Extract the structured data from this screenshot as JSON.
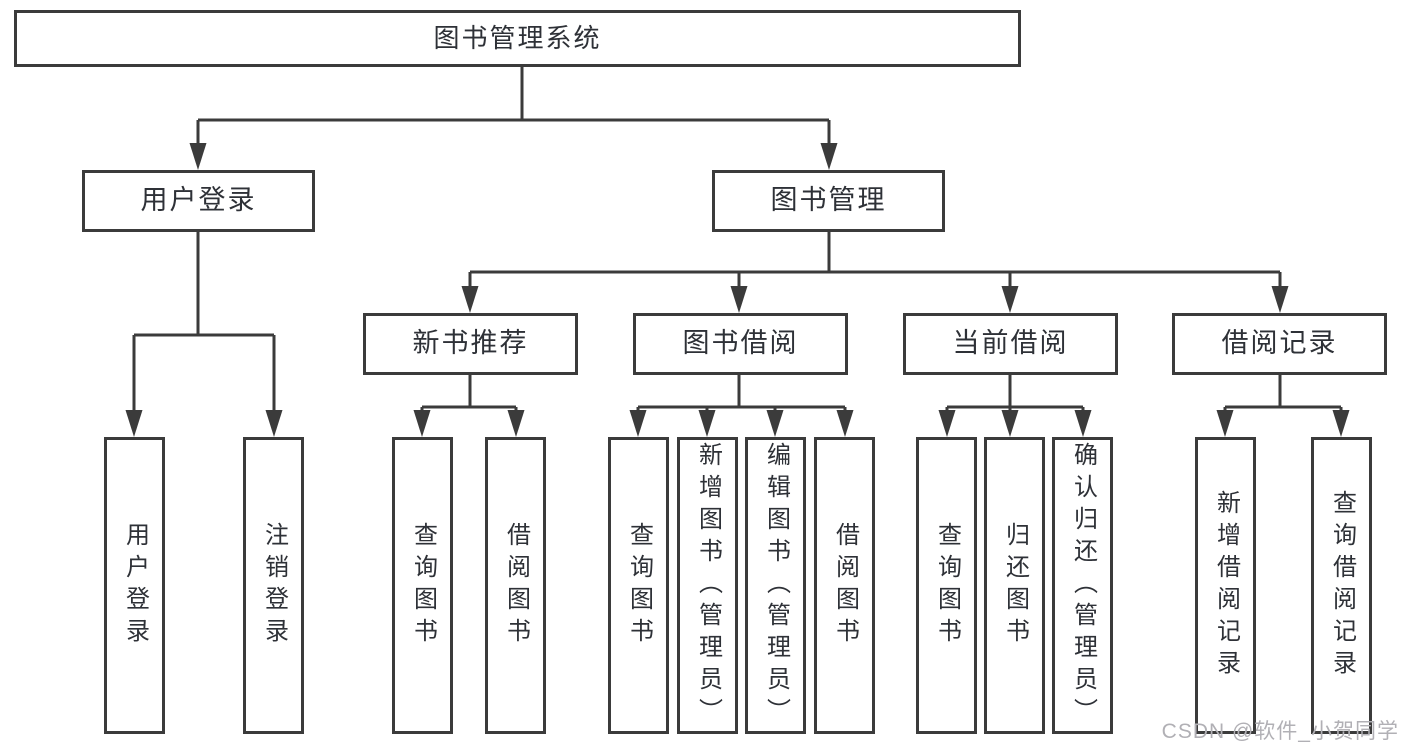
{
  "diagram": {
    "title": "图书管理系统",
    "level1": [
      {
        "label": "用户登录",
        "parent": "图书管理系统"
      },
      {
        "label": "图书管理",
        "parent": "图书管理系统"
      }
    ],
    "level2": [
      {
        "label": "新书推荐",
        "parent": "图书管理"
      },
      {
        "label": "图书借阅",
        "parent": "图书管理"
      },
      {
        "label": "当前借阅",
        "parent": "图书管理"
      },
      {
        "label": "借阅记录",
        "parent": "图书管理"
      }
    ],
    "leaves": [
      {
        "label": "用户登录",
        "parent": "用户登录"
      },
      {
        "label": "注销登录",
        "parent": "用户登录"
      },
      {
        "label": "查询图书",
        "parent": "新书推荐"
      },
      {
        "label": "借阅图书",
        "parent": "新书推荐"
      },
      {
        "label": "查询图书",
        "parent": "图书借阅"
      },
      {
        "label": "新增图书（管理员）",
        "parent": "图书借阅"
      },
      {
        "label": "编辑图书（管理员）",
        "parent": "图书借阅"
      },
      {
        "label": "借阅图书",
        "parent": "图书借阅"
      },
      {
        "label": "查询图书",
        "parent": "当前借阅"
      },
      {
        "label": "归还图书",
        "parent": "当前借阅"
      },
      {
        "label": "确认归还（管理员）",
        "parent": "当前借阅"
      },
      {
        "label": "新增借阅记录",
        "parent": "借阅记录"
      },
      {
        "label": "查询借阅记录",
        "parent": "借阅记录"
      }
    ]
  },
  "watermark": {
    "text": "CSDN @软件_小贺同学"
  },
  "colors": {
    "line": "#3b3b3b",
    "text": "#2e3137",
    "watermark": "#b1b0b5",
    "background": "#ffffff"
  }
}
